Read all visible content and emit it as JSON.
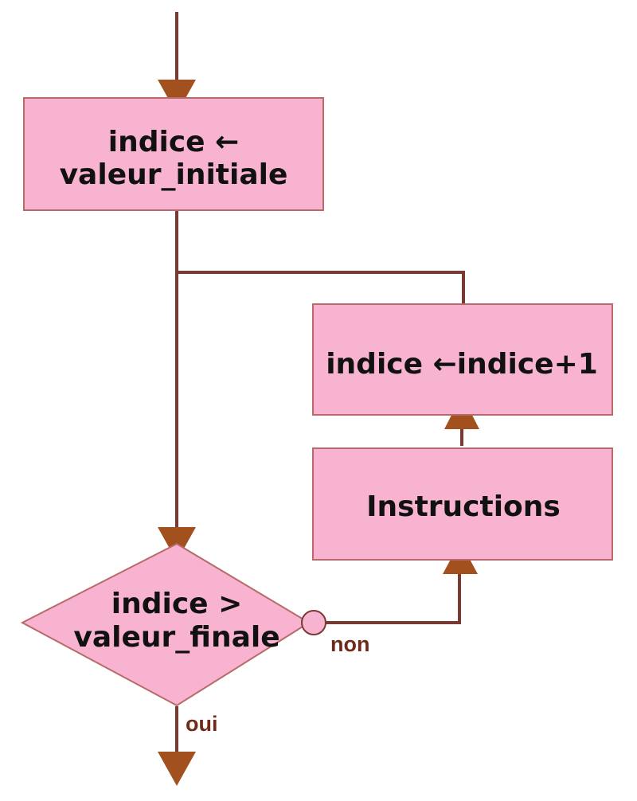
{
  "nodes": {
    "init": {
      "line1": "indice ←",
      "line2": "valeur_initiale"
    },
    "increment": {
      "label": "indice ←indice+1"
    },
    "instructions": {
      "label": "Instructions"
    },
    "condition": {
      "line1": "indice >",
      "line2": "valeur_finale"
    }
  },
  "edges": {
    "no_label": "non",
    "yes_label": "oui"
  },
  "colors": {
    "box_fill": "#f7b3cf",
    "box_stroke": "#b86a6a",
    "line": "#7a3a34",
    "arrow": "#a3501f",
    "label": "#6e2b1a"
  }
}
